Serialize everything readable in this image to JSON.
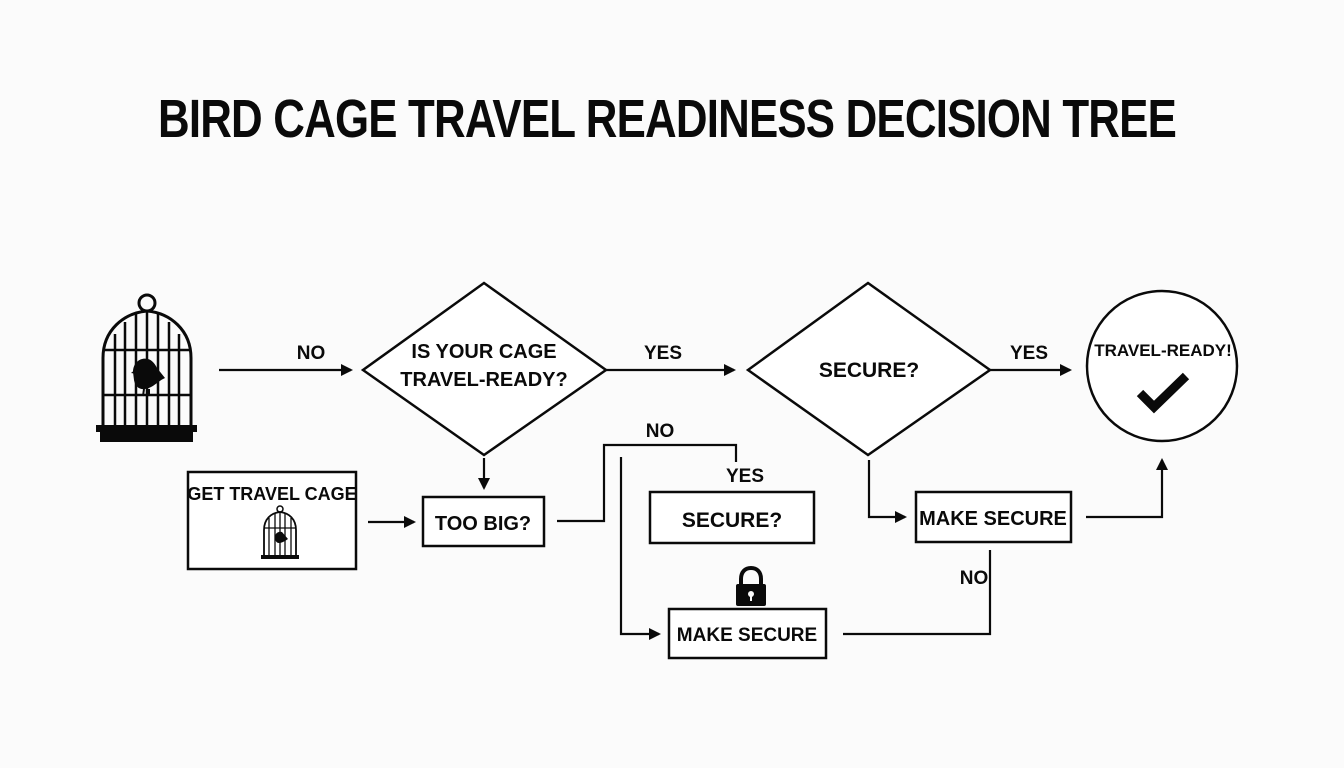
{
  "title": "BIRD CAGE TRAVEL READINESS DECISION TREE",
  "nodes": {
    "question_travel_ready": {
      "line1": "IS YOUR CAGE",
      "line2": "TRAVEL-READY?"
    },
    "question_secure_main": "SECURE?",
    "result_travel_ready": "TRAVEL-READY!",
    "get_travel_cage": "GET TRAVEL CAGE",
    "too_big": "TOO BIG?",
    "secure_box": "SECURE?",
    "make_secure_right": "MAKE SECURE",
    "make_secure_bottom": "MAKE SECURE"
  },
  "edges": {
    "cage_to_question": "NO",
    "question_to_secure": "YES",
    "secure_to_result": "YES",
    "too_big_no": "NO",
    "secure_box_yes": "YES",
    "make_secure_no": "NO"
  },
  "icons": {
    "start": "birdcage-icon",
    "result": "checkmark-icon",
    "small_cage": "small-birdcage-icon",
    "lock": "padlock-icon"
  },
  "colors": {
    "ink": "#0a0a0a",
    "background": "#fbfbfb"
  }
}
